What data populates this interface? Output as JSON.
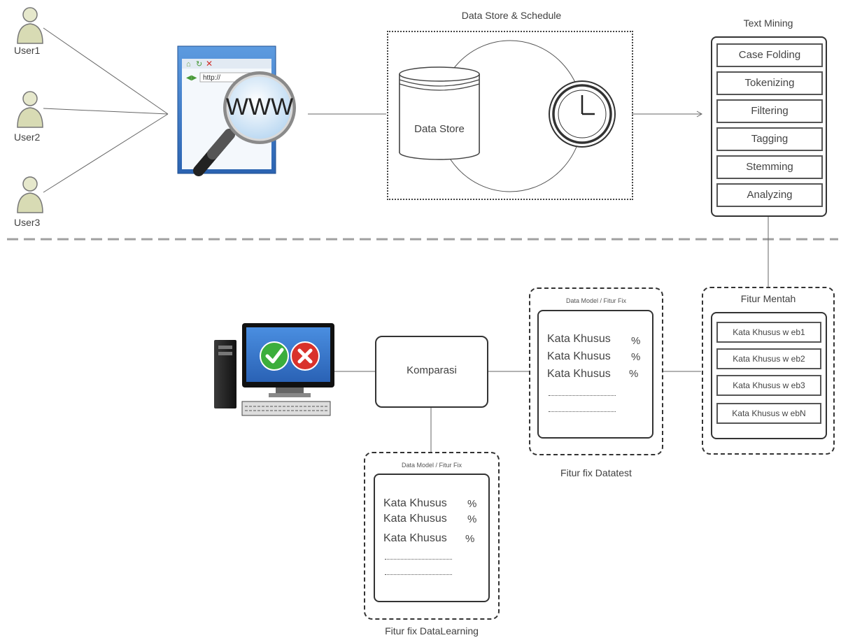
{
  "users": [
    {
      "label": "User1"
    },
    {
      "label": "User2"
    },
    {
      "label": "User3"
    }
  ],
  "browser": {
    "address_text": "http://",
    "www_text": "WWW"
  },
  "data_store": {
    "title": "Data Store & Schedule",
    "store_label": "Data Store"
  },
  "text_mining": {
    "title": "Text Mining",
    "steps": [
      "Case Folding",
      "Tokenizing",
      "Filtering",
      "Tagging",
      "Stemming",
      "Analyzing"
    ]
  },
  "fitur_mentah": {
    "title": "Fitur Mentah",
    "items": [
      "Kata Khusus w eb1",
      "Kata Khusus w eb2",
      "Kata Khusus w eb3",
      "Kata Khusus w ebN"
    ]
  },
  "datatest": {
    "header": "Data Model / Fitur Fix",
    "rows": [
      {
        "term": "Kata Khusus",
        "pct": "%"
      },
      {
        "term": "Kata Khusus",
        "pct": "%"
      },
      {
        "term": "Kata Khusus",
        "pct": "%"
      }
    ],
    "caption": "Fitur fix Datatest"
  },
  "datalearning": {
    "header": "Data Model / Fitur Fix",
    "rows": [
      {
        "term": "Kata Khusus",
        "pct": "%"
      },
      {
        "term": "Kata Khusus",
        "pct": "%"
      },
      {
        "term": "Kata Khusus",
        "pct": "%"
      }
    ],
    "caption": "Fitur fix DataLearning"
  },
  "komparasi": {
    "label": "Komparasi"
  },
  "colors": {
    "line": "#555555",
    "user_fill": "#d8dbb4",
    "browser_blue": "#3b78c4",
    "monitor_blue": "#2f6fc2",
    "check_green": "#3cae3c",
    "cross_red": "#d9322b",
    "divider": "#999999"
  }
}
